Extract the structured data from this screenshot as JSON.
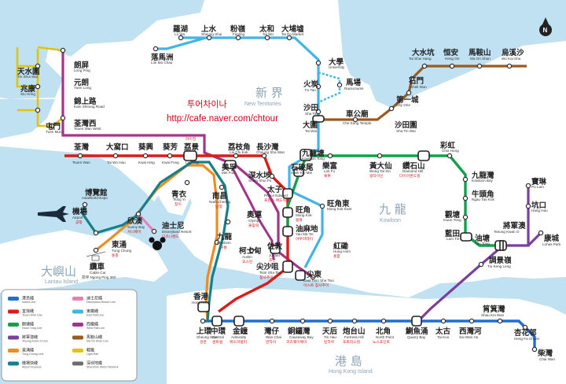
{
  "note": {
    "korean_title": "투어차이나",
    "url": "http://cafe.naver.com/chtour"
  },
  "regions": {
    "new_territories": {
      "zh": "新 界",
      "en": "New Territories"
    },
    "kowloon": {
      "zh": "九 龍",
      "en": "Kowloon"
    },
    "lantau": {
      "zh": "大嶼山",
      "en": "Lantau Island"
    },
    "hk_island": {
      "zh": "港 島",
      "en": "Hong Kong Island"
    }
  },
  "compass": {
    "label": "N"
  },
  "lines": [
    {
      "name_zh": "港島綫",
      "name_en": "Island Line",
      "color": "#1f6fd1"
    },
    {
      "name_zh": "荃灣綫",
      "name_en": "Tsuen Wan Line",
      "color": "#d91e18"
    },
    {
      "name_zh": "觀塘綫",
      "name_en": "Kwun Tong Line",
      "color": "#14a04a"
    },
    {
      "name_zh": "將軍澳綫",
      "name_en": "Tseung Kwan O Line",
      "color": "#7b3fa0"
    },
    {
      "name_zh": "東涌綫",
      "name_en": "Tung Chung Line",
      "color": "#f08c1e"
    },
    {
      "name_zh": "機場快綫",
      "name_en": "Airport Express",
      "color": "#16808a"
    },
    {
      "name_zh": "迪士尼綫",
      "name_en": "Disneyland Resort Line",
      "color": "#e680b4"
    },
    {
      "name_zh": "東鐵綫",
      "name_en": "East Rail Line",
      "color": "#41b6e6"
    },
    {
      "name_zh": "西鐵綫",
      "name_en": "West Rail Line",
      "color": "#a3348a"
    },
    {
      "name_zh": "馬鞍山綫",
      "name_en": "Ma On Shan Line",
      "color": "#9a5a20"
    },
    {
      "name_zh": "輕鐵",
      "name_en": "Light Rail",
      "color": "#e2c30e"
    },
    {
      "name_zh": "深圳地鐵",
      "name_en": "Shenzhen Metro Network",
      "color": "#6b6b6b"
    }
  ],
  "stations": {
    "lo_wu": {
      "zh": "羅湖",
      "en": "Lo Wu"
    },
    "sheung_shui": {
      "zh": "上水",
      "en": "Sheung Shui"
    },
    "fanling": {
      "zh": "粉嶺",
      "en": "Fanling"
    },
    "tai_wo": {
      "zh": "太和",
      "en": "Tai Wo"
    },
    "tai_po_market": {
      "zh": "大埔墟",
      "en": "Tai Po Market"
    },
    "lok_ma_chau": {
      "zh": "落馬洲",
      "en": "Lok Ma Chau"
    },
    "university": {
      "zh": "大學",
      "en": "University"
    },
    "racecourse": {
      "zh": "馬場",
      "en": "Racecourse"
    },
    "fo_tan": {
      "zh": "火炭",
      "en": "Fo Tan"
    },
    "sha_tin": {
      "zh": "沙田",
      "en": "Sha Tin"
    },
    "tai_wai": {
      "zh": "大圍",
      "en": "Tai Wai"
    },
    "che_kung_temple": {
      "zh": "車公廟",
      "en": "Che Kung Temple"
    },
    "sha_tin_wai": {
      "zh": "沙田圍",
      "en": "Sha Tin Wai"
    },
    "city_one": {
      "zh": "第一城",
      "en": "City One"
    },
    "shek_mun": {
      "zh": "石門",
      "en": "Shek Mun"
    },
    "tai_shui_hang": {
      "zh": "大水坑",
      "en": "Tai Shui Hang"
    },
    "heng_on": {
      "zh": "恒安",
      "en": "Heng On"
    },
    "ma_on_shan": {
      "zh": "馬鞍山",
      "en": "Ma On Shan"
    },
    "wu_kai_sha": {
      "zh": "烏溪沙",
      "en": "Wu Kai Sha"
    },
    "tin_shui_wai": {
      "zh": "天水圍",
      "en": "Tin Shui Wai"
    },
    "siu_hong": {
      "zh": "兆康",
      "en": "Siu Hong"
    },
    "long_ping": {
      "zh": "朗屏",
      "en": "Long Ping"
    },
    "yuen_long": {
      "zh": "元朗",
      "en": "Yuen Long"
    },
    "kam_sheung_road": {
      "zh": "錦上路",
      "en": "Kam Sheung Road"
    },
    "tuen_mun": {
      "zh": "屯門",
      "en": "Tuen Mun"
    },
    "tsuen_wan_west": {
      "zh": "荃灣西",
      "en": "Tsuen Wan West"
    },
    "tsuen_wan": {
      "zh": "荃灣",
      "en": "Tsuen Wan"
    },
    "tai_wo_hau": {
      "zh": "大窩口",
      "en": "Tai Wo Hau"
    },
    "kwai_hing": {
      "zh": "葵興",
      "en": "Kwai Hing"
    },
    "kwai_fong": {
      "zh": "葵芳",
      "en": "Kwai Fong"
    },
    "lai_king": {
      "zh": "荔景",
      "en": "Lai King",
      "ko": "라이킹"
    },
    "lai_chi_kok": {
      "zh": "荔枝角",
      "en": "Lai Chi Kok"
    },
    "cheung_sha_wan": {
      "zh": "長沙灣",
      "en": "Cheung Sha Wan"
    },
    "mei_foo": {
      "zh": "美孚",
      "en": "Mei Foo"
    },
    "sham_shui_po": {
      "zh": "深水埗",
      "en": "Sham Shui Po"
    },
    "shek_kip_mei": {
      "zh": "石硤尾",
      "en": "Shek Kip Mei"
    },
    "kowloon_tong": {
      "zh": "九龍塘",
      "en": "Kowloon Tong"
    },
    "prince_edward": {
      "zh": "太子",
      "en": "Prince Edward",
      "ko": "프린스 에드워드"
    },
    "mong_kok": {
      "zh": "旺角",
      "en": "Mong Kok",
      "ko": "몽콕"
    },
    "mong_kok_east": {
      "zh": "旺角東",
      "en": "Mong Kok East"
    },
    "yau_ma_tei": {
      "zh": "油麻地",
      "en": "Yau Ma Tei",
      "ko": "야우마테이"
    },
    "jordan": {
      "zh": "佐敦",
      "en": "Jordan",
      "ko": "조던"
    },
    "tsim_sha_tsui": {
      "zh": "尖沙咀",
      "en": "Tsim Sha Tsui",
      "ko": "침사추이"
    },
    "east_tsim_sha_tsui": {
      "zh": "尖東",
      "en": "East Tsim Sha Tsui",
      "ko": "이스트 침사추이"
    },
    "hung_hom": {
      "zh": "紅磡",
      "en": "Hung Hom",
      "ko": "홍함"
    },
    "lok_fu": {
      "zh": "樂富",
      "en": "Lok Fu",
      "ko": "록푸"
    },
    "wong_tai_sin": {
      "zh": "黃大仙",
      "en": "Wong Tai Sin",
      "ko": "웡타이신"
    },
    "diamond_hill": {
      "zh": "鑽石山",
      "en": "Diamond Hill",
      "ko": "다이아몬드힐"
    },
    "choi_hung": {
      "zh": "彩虹",
      "en": "Choi Hung"
    },
    "kowloon_bay": {
      "zh": "九龍灣",
      "en": "Kowloon Bay"
    },
    "ngau_tau_kok": {
      "zh": "牛頭角",
      "en": "Ngau Tau Kok"
    },
    "kwun_tong": {
      "zh": "觀塘",
      "en": "Kwun Tong"
    },
    "lam_tin": {
      "zh": "藍田",
      "en": "Lam Tin"
    },
    "yau_tong": {
      "zh": "油塘",
      "en": "Yau Tong"
    },
    "tiu_keng_leng": {
      "zh": "調景嶺",
      "en": "Tiu Keng Leng"
    },
    "tseung_kwan_o": {
      "zh": "將軍澳",
      "en": "Tseung Kwan O"
    },
    "hang_hau": {
      "zh": "坑口",
      "en": "Hang Hau"
    },
    "po_lam": {
      "zh": "寶琳",
      "en": "Po Lam"
    },
    "lohas_park": {
      "zh": "康城",
      "en": "Lohas Park"
    },
    "tsing_yi": {
      "zh": "青衣",
      "en": "Tsing Yi",
      "ko": "칭이"
    },
    "nam_cheong": {
      "zh": "南昌",
      "en": "Nam Cheong",
      "ko": "남청"
    },
    "olympic": {
      "zh": "奧運",
      "en": "Olympic",
      "ko": "올림픽"
    },
    "kowloon": {
      "zh": "九龍",
      "en": "Kowloon",
      "ko": "구룡"
    },
    "austin": {
      "zh": "柯士甸",
      "en": "Austin",
      "ko": "오스틴"
    },
    "asiaworld_expo": {
      "zh": "博覽館",
      "en": "AsiaWorld-Expo"
    },
    "airport": {
      "zh": "機場",
      "en": "Airport",
      "ko": "공항"
    },
    "sunny_bay": {
      "zh": "欣澳",
      "en": "Sunny Bay",
      "ko": "서니베이"
    },
    "disneyland": {
      "zh": "迪士尼",
      "en": "Disneyland Resort",
      "ko": "디즈니랜드"
    },
    "tung_chung": {
      "zh": "東涌",
      "en": "Tung Chung",
      "ko": "통총"
    },
    "ngong_ping": {
      "zh": "纜車",
      "en": "Cable Car",
      "sub": "昂坪 Ngong Ping 360"
    },
    "hong_kong": {
      "zh": "香港",
      "en": "Hong Kong"
    },
    "sheung_wan": {
      "zh": "上環",
      "en": "Sheung Wan",
      "ko": "성완"
    },
    "central": {
      "zh": "中環",
      "en": "Central",
      "ko": "센트럴"
    },
    "admiralty": {
      "zh": "金鐘",
      "en": "Admiralty",
      "ko": "애드미럴티"
    },
    "wan_chai": {
      "zh": "灣仔",
      "en": "Wan Chai",
      "ko": "완차이"
    },
    "causeway_bay": {
      "zh": "銅鑼灣",
      "en": "Causeway Bay",
      "ko": "코즈웨이베이"
    },
    "tin_hau": {
      "zh": "天后",
      "en": "Tin Hau",
      "ko": "틴하우"
    },
    "fortress_hill": {
      "zh": "炮台山",
      "en": "Fortress Hill",
      "ko": "포트리스힐"
    },
    "north_point": {
      "zh": "北角",
      "en": "North Point",
      "ko": "노스포인트"
    },
    "quarry_bay": {
      "zh": "鰂魚涌",
      "en": "Quarry Bay"
    },
    "tai_koo": {
      "zh": "太古",
      "en": "Tai Koo"
    },
    "sai_wan_ho": {
      "zh": "西灣河",
      "en": "Sai Wan Ho"
    },
    "shau_kei_wan": {
      "zh": "筲箕灣",
      "en": "Shau Kei Wan"
    },
    "heng_fa_chuen": {
      "zh": "杏花邨",
      "en": "Heng Fa Chuen"
    },
    "chai_wan": {
      "zh": "柴灣",
      "en": "Chai Wan"
    }
  }
}
